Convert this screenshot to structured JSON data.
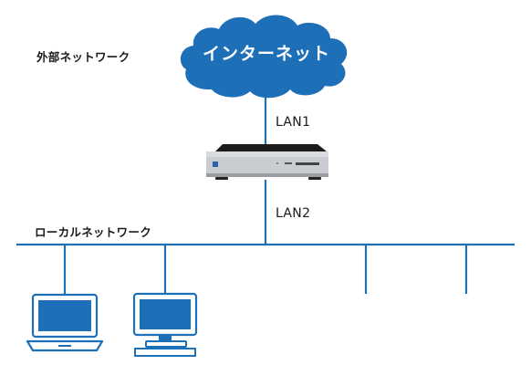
{
  "diagram": {
    "cloud_label": "インターネット",
    "external_network_label": "外部ネットワーク",
    "local_network_label": "ローカルネットワーク",
    "lan1_label": "LAN1",
    "lan2_label": "LAN2"
  },
  "icons": {
    "cloud": "cloud-icon",
    "router": "router-appliance-icon",
    "laptop": "laptop-icon",
    "desktop": "desktop-monitor-icon"
  },
  "colors": {
    "line": "#1f6fb5",
    "cloud": "#1d6fb8",
    "screen": "#1d6fb8",
    "device_outline": "#1d6fb8"
  }
}
